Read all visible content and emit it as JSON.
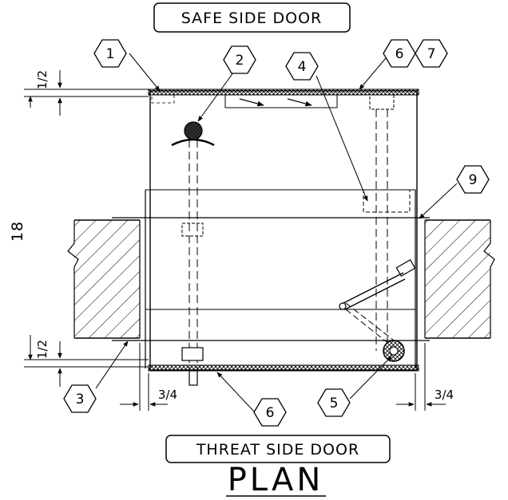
{
  "labels": {
    "safe_side": "SAFE SIDE DOOR",
    "threat_side": "THREAT SIDE DOOR",
    "title": "PLAN"
  },
  "callouts": [
    "1",
    "2",
    "4",
    "6",
    "7",
    "9",
    "3",
    "6",
    "5"
  ],
  "dimensions": {
    "top_offset": "1/2",
    "height": "18",
    "bottom_offset": "1/2",
    "left_setback": "3/4",
    "right_setback": "3/4"
  }
}
